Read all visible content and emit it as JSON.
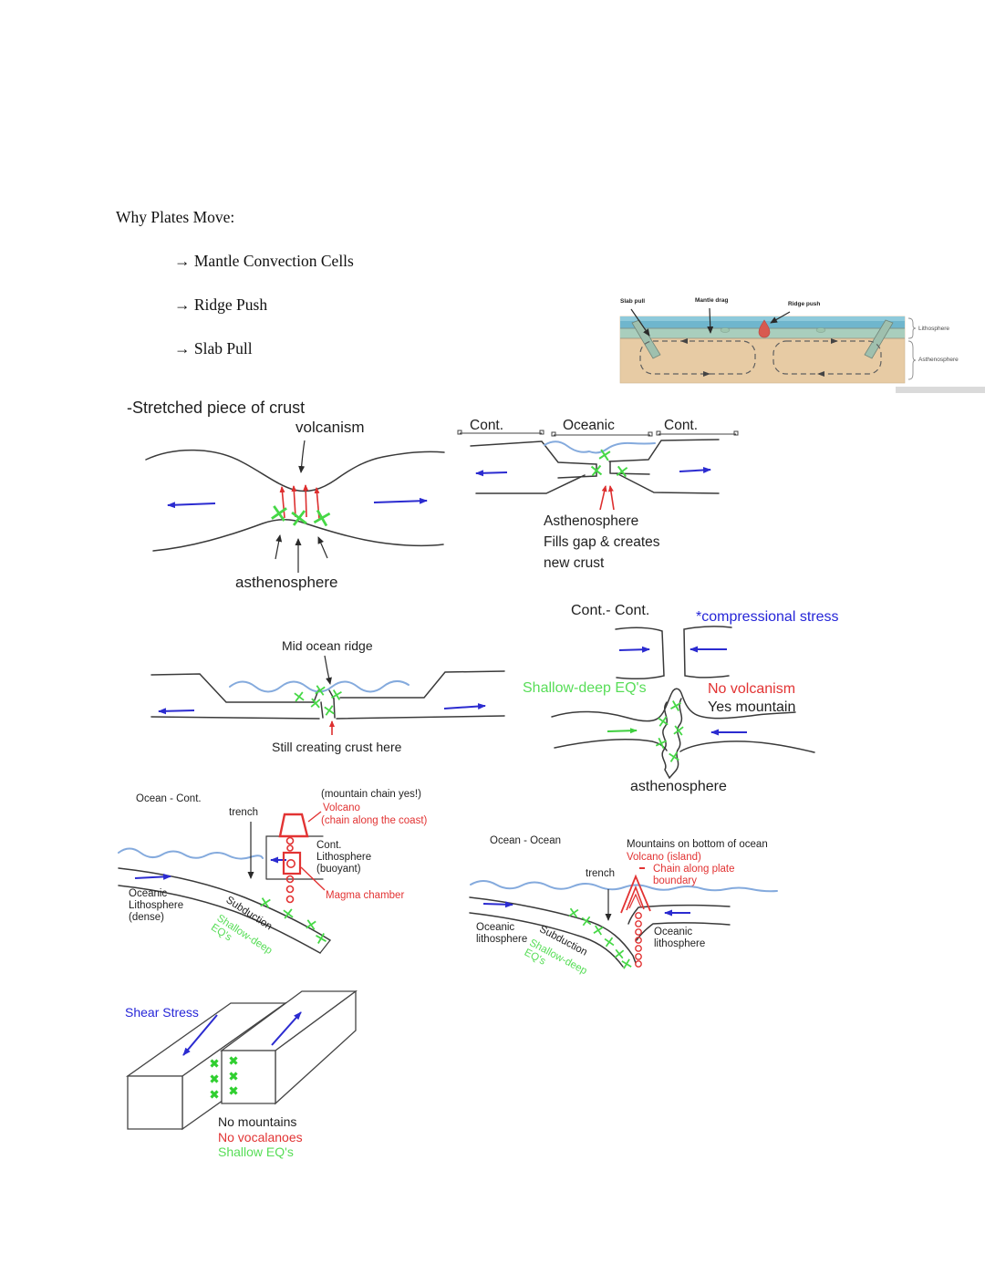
{
  "page": {
    "title": "Why Plates Move:",
    "bullets": [
      "→ Mantle Convection Cells",
      "→ Ridge Push",
      "→ Slab Pull"
    ]
  },
  "figure": {
    "slab_pull": "Slab pull",
    "mantle_drag": "Mantle drag",
    "ridge_push": "Ridge push",
    "lithosphere": "Lithosphere",
    "asthenosphere": "Asthenosphere"
  },
  "stretched": {
    "title": "-Stretched piece of crust",
    "volcanism": "volcanism",
    "asthenosphere": "asthenosphere"
  },
  "rift": {
    "cont_left": "Cont.",
    "oceanic": "Oceanic",
    "cont_right": "Cont.",
    "caption": [
      "Asthenosphere",
      "Fills gap & creates",
      "new crust"
    ]
  },
  "ridge": {
    "title": "Mid ocean ridge",
    "caption": "Still creating crust here"
  },
  "collision": {
    "title": "Cont.- Cont.",
    "stress": "*compressional stress",
    "eqs": "Shallow-deep EQ's",
    "no_volcanism": "No volcanism",
    "yes_mountain": "Yes mountain",
    "asthenosphere": "asthenosphere"
  },
  "ocean_cont": {
    "title": "Ocean - Cont.",
    "trench": "trench",
    "mountain_chain": "(mountain chain yes!)",
    "volcano": "Volcano",
    "chain_coast": "(chain along the coast)",
    "cont_lith": [
      "Cont.",
      "Lithosphere",
      "(buoyant)"
    ],
    "magma_chamber": "Magma chamber",
    "oceanic_lith": [
      "Oceanic",
      "Lithosphere",
      "(dense)"
    ],
    "subduction": "Subduction",
    "eqs": [
      "Shallow-deep",
      "EQ's"
    ]
  },
  "ocean_ocean": {
    "title": "Ocean - Ocean",
    "mountains": "Mountains on bottom of ocean",
    "volcano_island": "Volcano (island)",
    "chain": [
      "Chain along plate",
      "boundary"
    ],
    "trench": "trench",
    "oceanic_lith_left": [
      "Oceanic",
      "lithosphere"
    ],
    "subduction": "Subduction",
    "eqs": [
      "Shallow-deep",
      "EQ's"
    ],
    "oceanic_lith_right": [
      "Oceanic",
      "lithosphere"
    ]
  },
  "shear": {
    "title": "Shear Stress",
    "no_mountains": "No mountains",
    "no_volcanoes": "No vocalanoes",
    "shallow_eqs": "Shallow EQ's"
  },
  "colors": {
    "ink": "#3a3a3a",
    "blue_accent": "#2626d8",
    "red_accent": "#e23333",
    "green_accent": "#57dd57",
    "water_blue": "#84aadd",
    "mantle_tan": "#e7cba4",
    "ocean_band": "#6fb6cd",
    "lithosphere_band": "#a9cebd"
  }
}
